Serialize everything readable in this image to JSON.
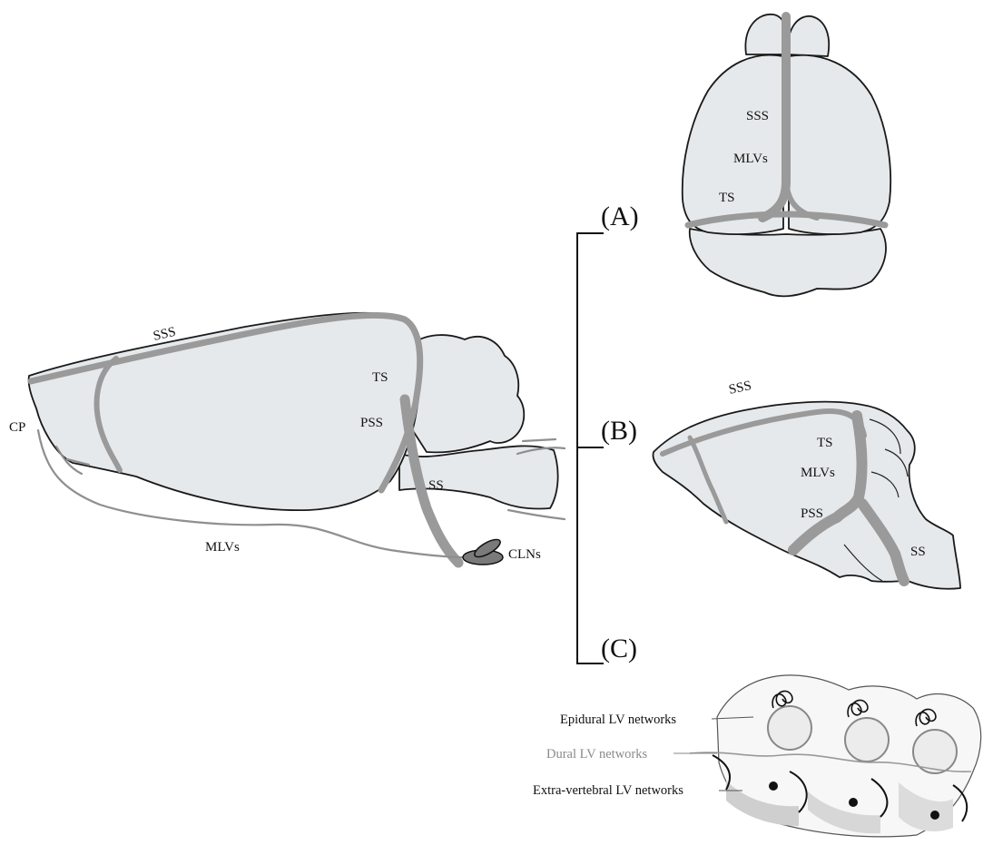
{
  "figure": {
    "panel_labels": [
      "(A)",
      "(B)",
      "(C)"
    ],
    "lateral_view": {
      "labels": {
        "sss": "SSS",
        "cp": "CP",
        "ts": "TS",
        "pss": "PSS",
        "ss": "SS",
        "mlvs": "MLVs",
        "clns": "CLNs"
      }
    },
    "panel_a": {
      "labels": {
        "sss": "SSS",
        "mlvs": "MLVs",
        "ts": "TS"
      }
    },
    "panel_b": {
      "labels": {
        "sss": "SSS",
        "ts": "TS",
        "mlvs": "MLVs",
        "pss": "PSS",
        "ss": "SS"
      }
    },
    "panel_c": {
      "labels": {
        "epidural": "Epidural LV networks",
        "dural": "Dural LV networks",
        "extra_vertebral": "Extra-vertebral LV networks"
      }
    },
    "colors": {
      "tissue": "#e6e9eb",
      "vessel": "#9a9a9a",
      "lymph_node": "#7a7a7a",
      "dural_text": "#8a8a8a"
    }
  }
}
